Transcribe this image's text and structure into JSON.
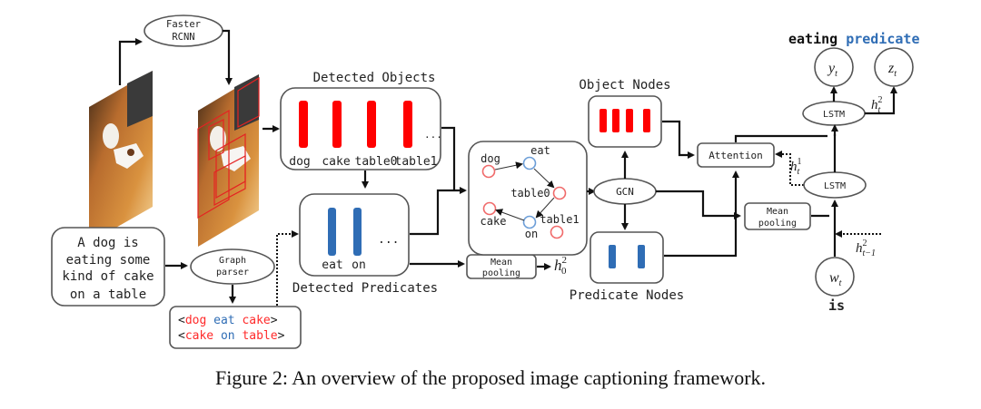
{
  "figure": {
    "caption": "Figure 2: An overview of the proposed image captioning framework."
  },
  "nodes": {
    "faster_rcnn": [
      "Faster",
      "RCNN"
    ],
    "detected_objects_title": "Detected Objects",
    "detected_objects": [
      "dog",
      "cake",
      "table0",
      "table1"
    ],
    "ellipsis": "...",
    "detected_predicates_title": "Detected Predicates",
    "detected_predicates": [
      "eat",
      "on"
    ],
    "predicate_ellipsis": "...",
    "sentence": [
      "A dog is",
      "eating some",
      "kind of cake",
      "on a table"
    ],
    "graph_parser": [
      "Graph",
      "parser"
    ],
    "triplets": [
      {
        "open": "<",
        "subj": "dog",
        "pred": "eat",
        "obj": "cake",
        "close": ">"
      },
      {
        "open": "<",
        "subj": "cake",
        "pred": "on",
        "obj": "table",
        "close": ">"
      }
    ],
    "scene_graph": {
      "dog": "dog",
      "eat": "eat",
      "table0": "table0",
      "cake": "cake",
      "table1": "table1",
      "on": "on"
    },
    "mean_pooling_1": [
      "Mean",
      "pooling"
    ],
    "h0": "h",
    "h0_sup": "2",
    "h0_sub": "0",
    "gcn": "GCN",
    "object_nodes_title": "Object Nodes",
    "predicate_nodes_title": "Predicate Nodes",
    "attention": "Attention",
    "mean_pooling_2": [
      "Mean",
      "pooling"
    ],
    "lstm_top": "LSTM",
    "lstm_bottom": "LSTM",
    "ht1": {
      "base": "h",
      "sup": "1",
      "sub": "t"
    },
    "ht2": {
      "base": "h",
      "sup": "2",
      "sub": "t"
    },
    "ht_1_2": {
      "base": "h",
      "sup": "2",
      "sub": "t−1"
    },
    "yt": {
      "base": "y",
      "sub": "t"
    },
    "zt": {
      "base": "z",
      "sub": "t"
    },
    "wt": {
      "base": "w",
      "sub": "t"
    },
    "output_word": "eating",
    "output_type": "predicate",
    "input_word": "is"
  },
  "colors": {
    "object": "#ff0000",
    "predicate": "#2f6db5",
    "node_object": "#f06a6a",
    "node_predicate": "#6c9ed8"
  }
}
